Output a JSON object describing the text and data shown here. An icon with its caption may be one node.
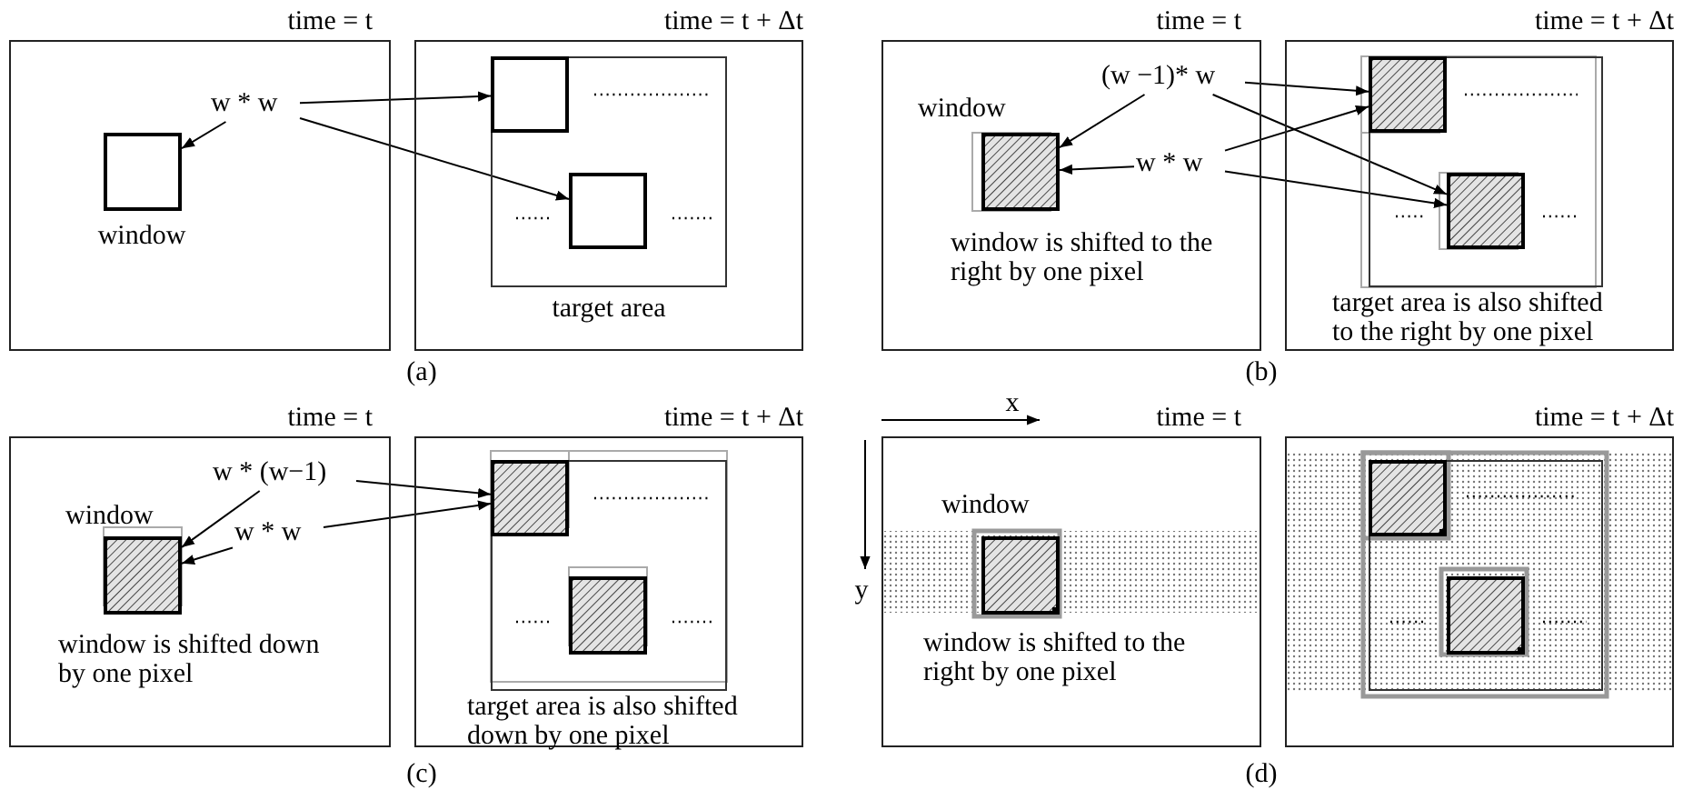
{
  "diagram": {
    "nodes": [
      {
        "text": [
          "time = t"
        ]
      },
      {
        "text": [
          "window"
        ],
        "in": 0
      },
      {
        "text": [
          "w * w"
        ],
        "in": 0
      },
      {
        "text": [
          "time = t + Δt"
        ]
      },
      {
        "text": [
          "target area"
        ],
        "in": 3
      },
      {
        "text": [],
        "shape": "box",
        "in": 4
      },
      {
        "text": [],
        "shape": "box",
        "in": 4
      },
      {
        "text": [
          "time = t"
        ]
      },
      {
        "text": [
          "window"
        ],
        "in": 7
      },
      {
        "text": [
          "(w −1)* w"
        ],
        "in": 7
      },
      {
        "text": [
          "w * w"
        ],
        "in": 7
      },
      {
        "text": [
          "time = t + Δt"
        ]
      },
      {
        "text": [
          "target area is also shifted to the right by one pixel"
        ],
        "in": 11
      },
      {
        "text": [],
        "shape": "box",
        "in": 12
      },
      {
        "text": [],
        "shape": "box",
        "in": 12
      },
      {
        "text": [
          "time = t"
        ]
      },
      {
        "text": [
          "window"
        ],
        "in": 15
      },
      {
        "text": [
          "w * (w−1)"
        ],
        "in": 15
      },
      {
        "text": [
          "w * w"
        ],
        "in": 15
      },
      {
        "text": [
          "time = t + Δt"
        ]
      },
      {
        "text": [
          "target area is also shifted down by one pixel"
        ],
        "in": 19
      },
      {
        "text": [],
        "shape": "box",
        "in": 20
      },
      {
        "text": [],
        "shape": "box",
        "in": 20
      },
      {
        "text": [
          "time = t"
        ]
      },
      {
        "text": [
          "window"
        ],
        "in": 23
      },
      {
        "text": [
          "time = t + Δt"
        ]
      },
      {
        "text": [],
        "shape": "box",
        "in": 25
      },
      {
        "text": [],
        "shape": "box",
        "in": 26
      },
      {
        "text": [],
        "shape": "box",
        "in": 26
      }
    ],
    "edges": [
      {
        "from": 2,
        "to": 1,
        "arrow": "to"
      },
      {
        "from": 2,
        "to": 5,
        "arrow": "to"
      },
      {
        "from": 2,
        "to": 6,
        "arrow": "to"
      },
      {
        "from": 9,
        "to": 8,
        "arrow": "to"
      },
      {
        "from": 9,
        "to": 13,
        "arrow": "to"
      },
      {
        "from": 9,
        "to": 14,
        "arrow": "to"
      },
      {
        "from": 10,
        "to": 8,
        "arrow": "to"
      },
      {
        "from": 10,
        "to": 13,
        "arrow": "to"
      },
      {
        "from": 10,
        "to": 14,
        "arrow": "to"
      },
      {
        "from": 17,
        "to": 16,
        "arrow": "to"
      },
      {
        "from": 17,
        "to": 21,
        "arrow": "to"
      },
      {
        "from": 18,
        "to": 16,
        "arrow": "to"
      },
      {
        "from": 18,
        "to": 21,
        "arrow": "to"
      }
    ],
    "labels": [
      "(a)",
      "window is shifted to the right by one pixel",
      "(b)",
      "window is shifted down by one pixel",
      "(c)",
      "x",
      "y",
      "window is shifted to the right by one pixel",
      "(d)"
    ]
  }
}
